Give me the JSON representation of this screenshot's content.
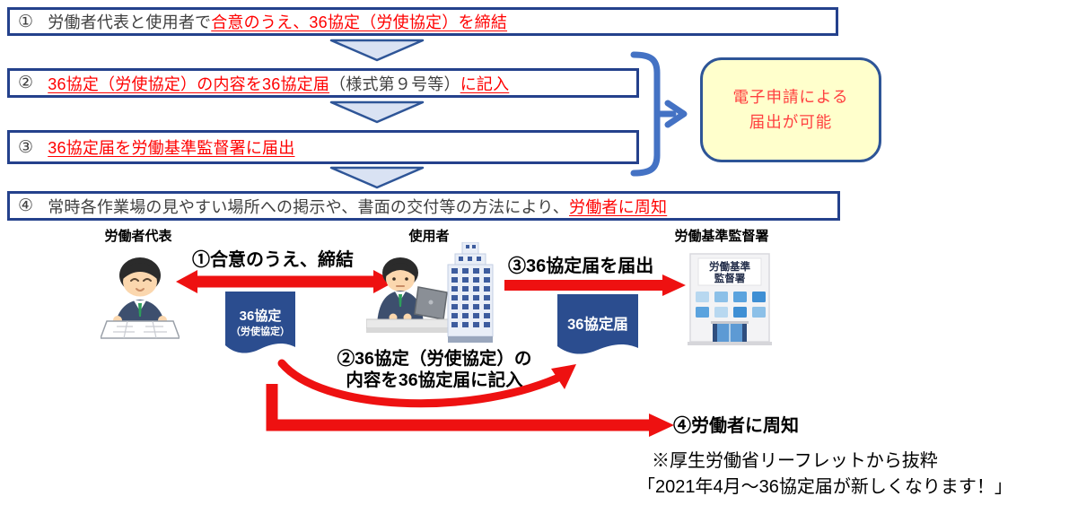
{
  "process_boxes": {
    "box1": {
      "num": "①",
      "black": "労働者代表と使用者で",
      "red": "合意のうえ、36協定（労使協定）を締結"
    },
    "box2": {
      "num": "②",
      "red1": "36協定（労使協定）の内容を36協定届",
      "black": "（様式第９号等）",
      "red2": "に記入"
    },
    "box3": {
      "num": "③",
      "red": "36協定届を労働基準監督署に届出"
    },
    "box4": {
      "num": "④",
      "black": "常時各作業場の見やすい場所への掲示や、書面の交付等の方法により、",
      "red": "労働者に周知"
    }
  },
  "side_note": {
    "line1": "電子申請による",
    "line2": "届出が可能"
  },
  "diagram": {
    "worker_label": "労働者代表",
    "employer_label": "使用者",
    "office_label": "労働基準監督署",
    "arrow1_label": "①合意のうえ、締結",
    "arrow2_line1": "②36協定（労使協定）の",
    "arrow2_line2": "内容を36協定届に記入",
    "arrow3_label": "③36協定届を届出",
    "arrow4_label": "④労働者に周知",
    "ribbon1_line1": "36協定",
    "ribbon1_line2": "（労使協定）",
    "ribbon2_label": "36協定届",
    "office_sign_line1": "労働基準",
    "office_sign_line2": "監督署"
  },
  "footer": {
    "line1": "※厚生労働省リーフレットから抜粋",
    "line2": "「2021年4月～36協定届が新しくなります！」"
  },
  "colors": {
    "box_border_navy": "#24418c",
    "triangle_fill": "#d9e2f3",
    "triangle_stroke": "#2e5597",
    "bracket_blue": "#4472c4",
    "note_bg": "#ffffcc",
    "note_text_red": "#ff4040",
    "text_red": "#ff0000",
    "arrow_red": "#ee1111",
    "ribbon_navy": "#2b4d8f",
    "box_text": "#3f3f3f"
  }
}
